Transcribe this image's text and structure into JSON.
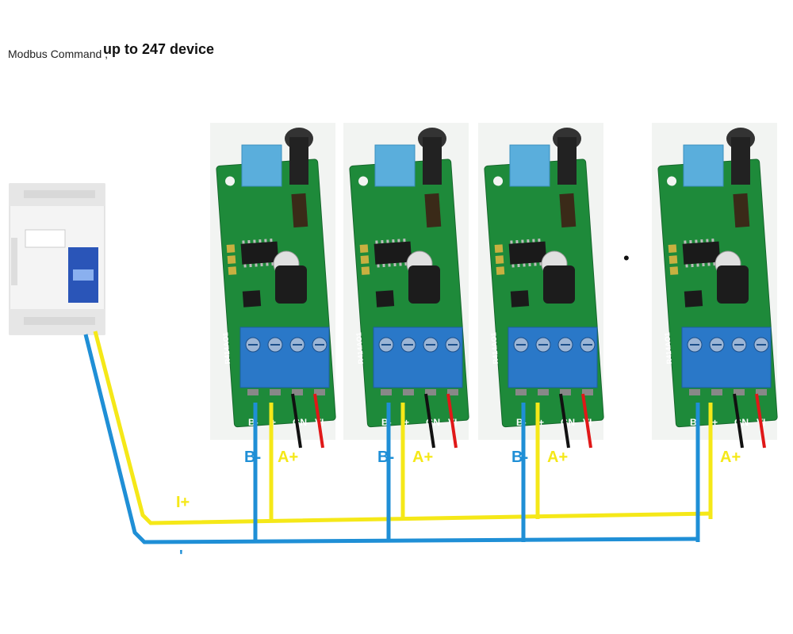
{
  "header": {
    "subtitle": "Modbus Command ,",
    "title": "up to 247 device"
  },
  "bus_labels": {
    "a_plus": "A+",
    "b_minus": "B-"
  },
  "wire_labels": {
    "yellow_bus": "I+",
    "blue_bus": "'"
  },
  "module": {
    "silk_label": "R414AO1",
    "terminal_pins": [
      "B-",
      "+",
      "GN",
      "VI"
    ]
  },
  "ellipsis_mark": "•",
  "colors": {
    "wire_yellow": "#f5e818",
    "wire_blue": "#1f8fd6",
    "wire_black": "#111111",
    "wire_red": "#e01818",
    "pcb_green": "#1e8a3a",
    "terminal_blue": "#2a78c8",
    "sensor_blue": "#5aaedc",
    "plc_body": "#f0f0f0"
  }
}
